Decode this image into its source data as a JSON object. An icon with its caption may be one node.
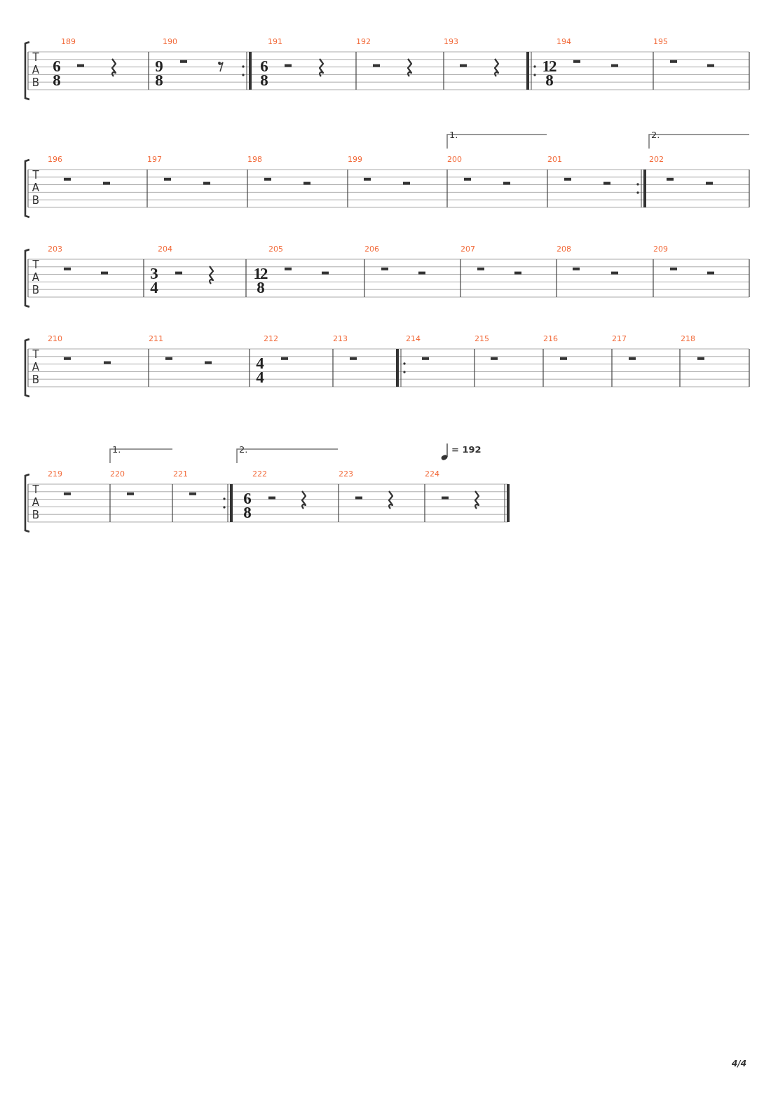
{
  "diagram": {
    "labels": [
      "189",
      "190",
      "191",
      "192",
      "193",
      "194",
      "195",
      "T",
      "A",
      "B",
      "6",
      "8",
      "9",
      "8",
      "6",
      "8",
      "12",
      "8",
      "1.",
      "2.",
      "196",
      "197",
      "198",
      "199",
      "200",
      "201",
      "202",
      "T",
      "A",
      "B",
      "203",
      "204",
      "205",
      "206",
      "207",
      "208",
      "209",
      "T",
      "A",
      "B",
      "3",
      "4",
      "12",
      "8",
      "210",
      "211",
      "212",
      "213",
      "214",
      "215",
      "216",
      "217",
      "218",
      "T",
      "A",
      "B",
      "4",
      "4",
      "1.",
      "2.",
      "= 192",
      "219",
      "220",
      "221",
      "222",
      "223",
      "224",
      "T",
      "A",
      "B",
      "6",
      "8",
      "4/4"
    ]
  }
}
